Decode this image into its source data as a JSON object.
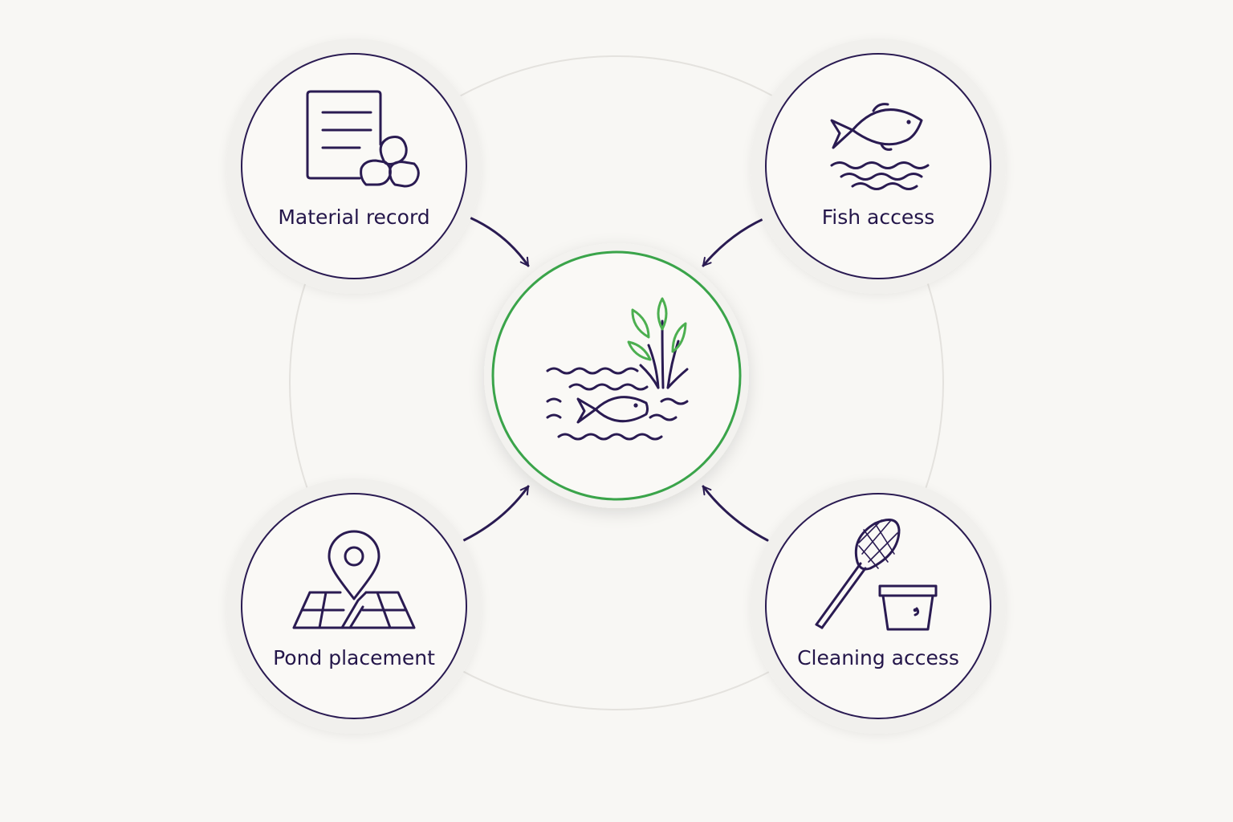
{
  "colors": {
    "background": "#f8f7f4",
    "ink": "#2a1b52",
    "label_text": "#24164a",
    "center_ring": "#3aa44a",
    "plant": "#4caf50",
    "halo": "#f1f0ed",
    "connector_ring": "#e4e2de"
  },
  "center": {
    "icon": "pond-fish-plant-icon"
  },
  "nodes": [
    {
      "id": "material-record",
      "label": "Material record",
      "icon": "document-stones-icon"
    },
    {
      "id": "fish-access",
      "label": "Fish access",
      "icon": "fish-waves-icon"
    },
    {
      "id": "pond-placement",
      "label": "Pond placement",
      "icon": "map-pin-icon"
    },
    {
      "id": "cleaning-access",
      "label": "Cleaning access",
      "icon": "net-bucket-icon"
    }
  ]
}
